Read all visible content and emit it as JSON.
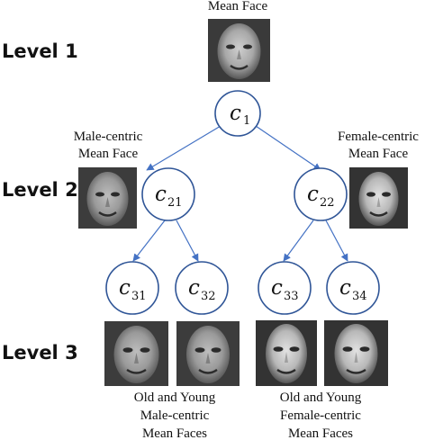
{
  "levels": {
    "level1": "Level 1",
    "level2": "Level 2",
    "level3": "Level 3"
  },
  "captions": {
    "top": "Mean Face",
    "male": [
      "Male-centric",
      "Mean Face"
    ],
    "female": [
      "Female-centric",
      "Mean Face"
    ],
    "old_young_male": [
      "Old and Young",
      "Male-centric",
      "Mean Faces"
    ],
    "old_young_female": [
      "Old and Young",
      "Female-centric",
      "Mean Faces"
    ]
  },
  "nodes": {
    "c1": {
      "letter": "c",
      "sub": "1"
    },
    "c21": {
      "letter": "c",
      "sub": "21"
    },
    "c22": {
      "letter": "c",
      "sub": "22"
    },
    "c31": {
      "letter": "c",
      "sub": "31"
    },
    "c32": {
      "letter": "c",
      "sub": "32"
    },
    "c33": {
      "letter": "c",
      "sub": "33"
    },
    "c34": {
      "letter": "c",
      "sub": "34"
    }
  },
  "colors": {
    "node_stroke": "#2f5597",
    "edge": "#4472c4",
    "face_dark": "#3a3a3a",
    "face_light": "#d8d8d8"
  }
}
